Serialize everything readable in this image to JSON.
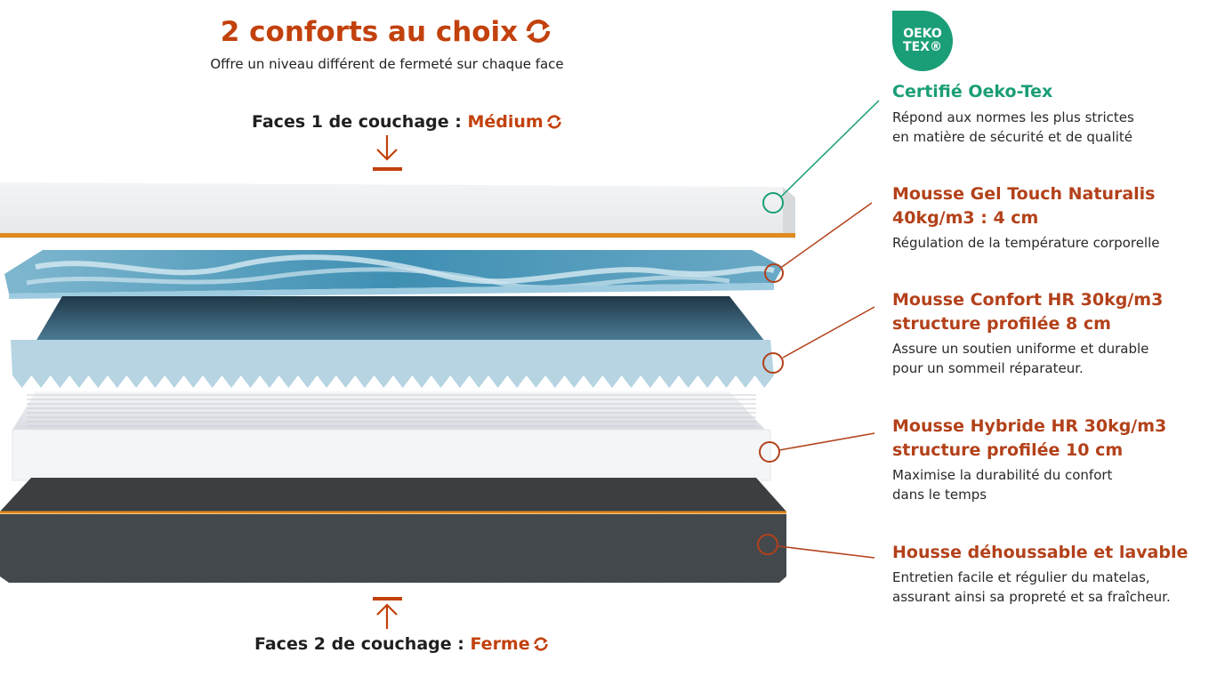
{
  "header": {
    "title": "2 conforts au choix",
    "subtitle": "Offre un niveau différent de fermeté sur chaque face"
  },
  "faces": {
    "top": {
      "label": "Faces 1 de couchage : ",
      "value": "Médium"
    },
    "bottom": {
      "label": "Faces 2 de couchage : ",
      "value": "Ferme"
    }
  },
  "badge": {
    "line1": "OEKO",
    "line2": "TEX®"
  },
  "layers": [
    {
      "title": "Certifié Oeko-Tex",
      "desc": [
        "Répond aux normes les plus strictes",
        "en matière de sécurité et de qualité"
      ],
      "color": "#1a9e77"
    },
    {
      "title": "Mousse Gel Touch Naturalis",
      "title2": "40kg/m3 : 4 cm",
      "desc": [
        "Régulation de la température corporelle"
      ],
      "color": "#b3411a"
    },
    {
      "title": "Mousse Confort HR 30kg/m3",
      "title2": "structure profilée 8 cm",
      "desc": [
        "Assure un soutien uniforme et durable",
        "pour un sommeil réparateur."
      ],
      "color": "#b3411a"
    },
    {
      "title": "Mousse Hybride HR 30kg/m3",
      "title2": "structure profilée 10 cm",
      "desc": [
        "Maximise la durabilité du confort",
        "dans le temps"
      ],
      "color": "#b3411a"
    },
    {
      "title": "Housse déhoussable et lavable",
      "desc": [
        "Entretien facile et régulier du matelas,",
        "assurant ainsi sa propreté et sa fraîcheur."
      ],
      "color": "#b3411a"
    }
  ],
  "colors": {
    "accent": "#c2410c",
    "green": "#1a9e77",
    "cover_dark": "#4a4f52",
    "piping": "#e08a1e",
    "gel_blue": "#5aa6c4"
  }
}
